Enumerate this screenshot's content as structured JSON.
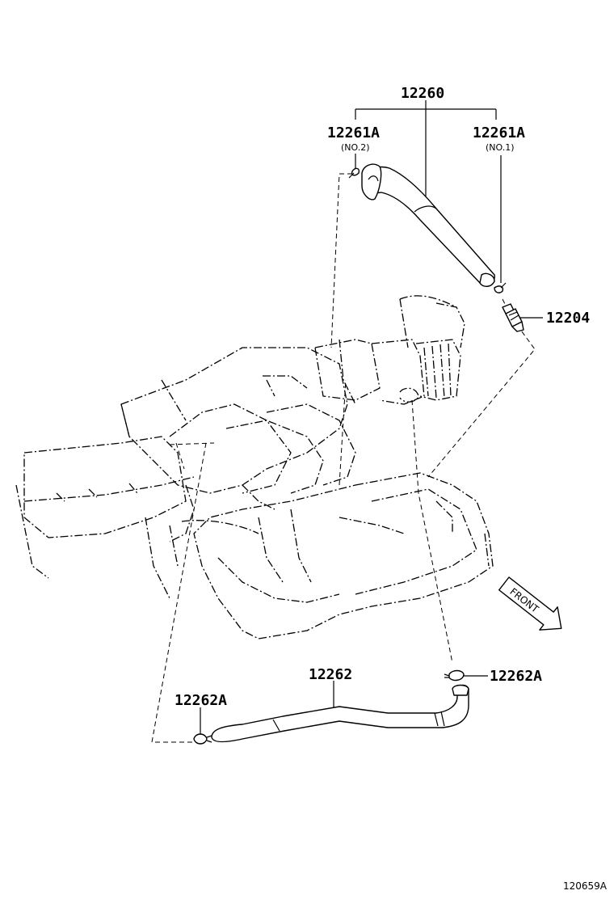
{
  "labels": {
    "hose_assembly": "12260",
    "clamp_no2": "12261A",
    "clamp_no2_note": "(NO.2)",
    "clamp_no1": "12261A",
    "clamp_no1_note": "(NO.1)",
    "pcv_valve": "12204",
    "lower_hose": "12262",
    "lower_clamp_right": "12262A",
    "lower_clamp_left": "12262A",
    "front": "FRONT",
    "drawing_code": "120659A"
  },
  "icons": {
    "front_arrow": "front-direction-arrow-icon"
  }
}
